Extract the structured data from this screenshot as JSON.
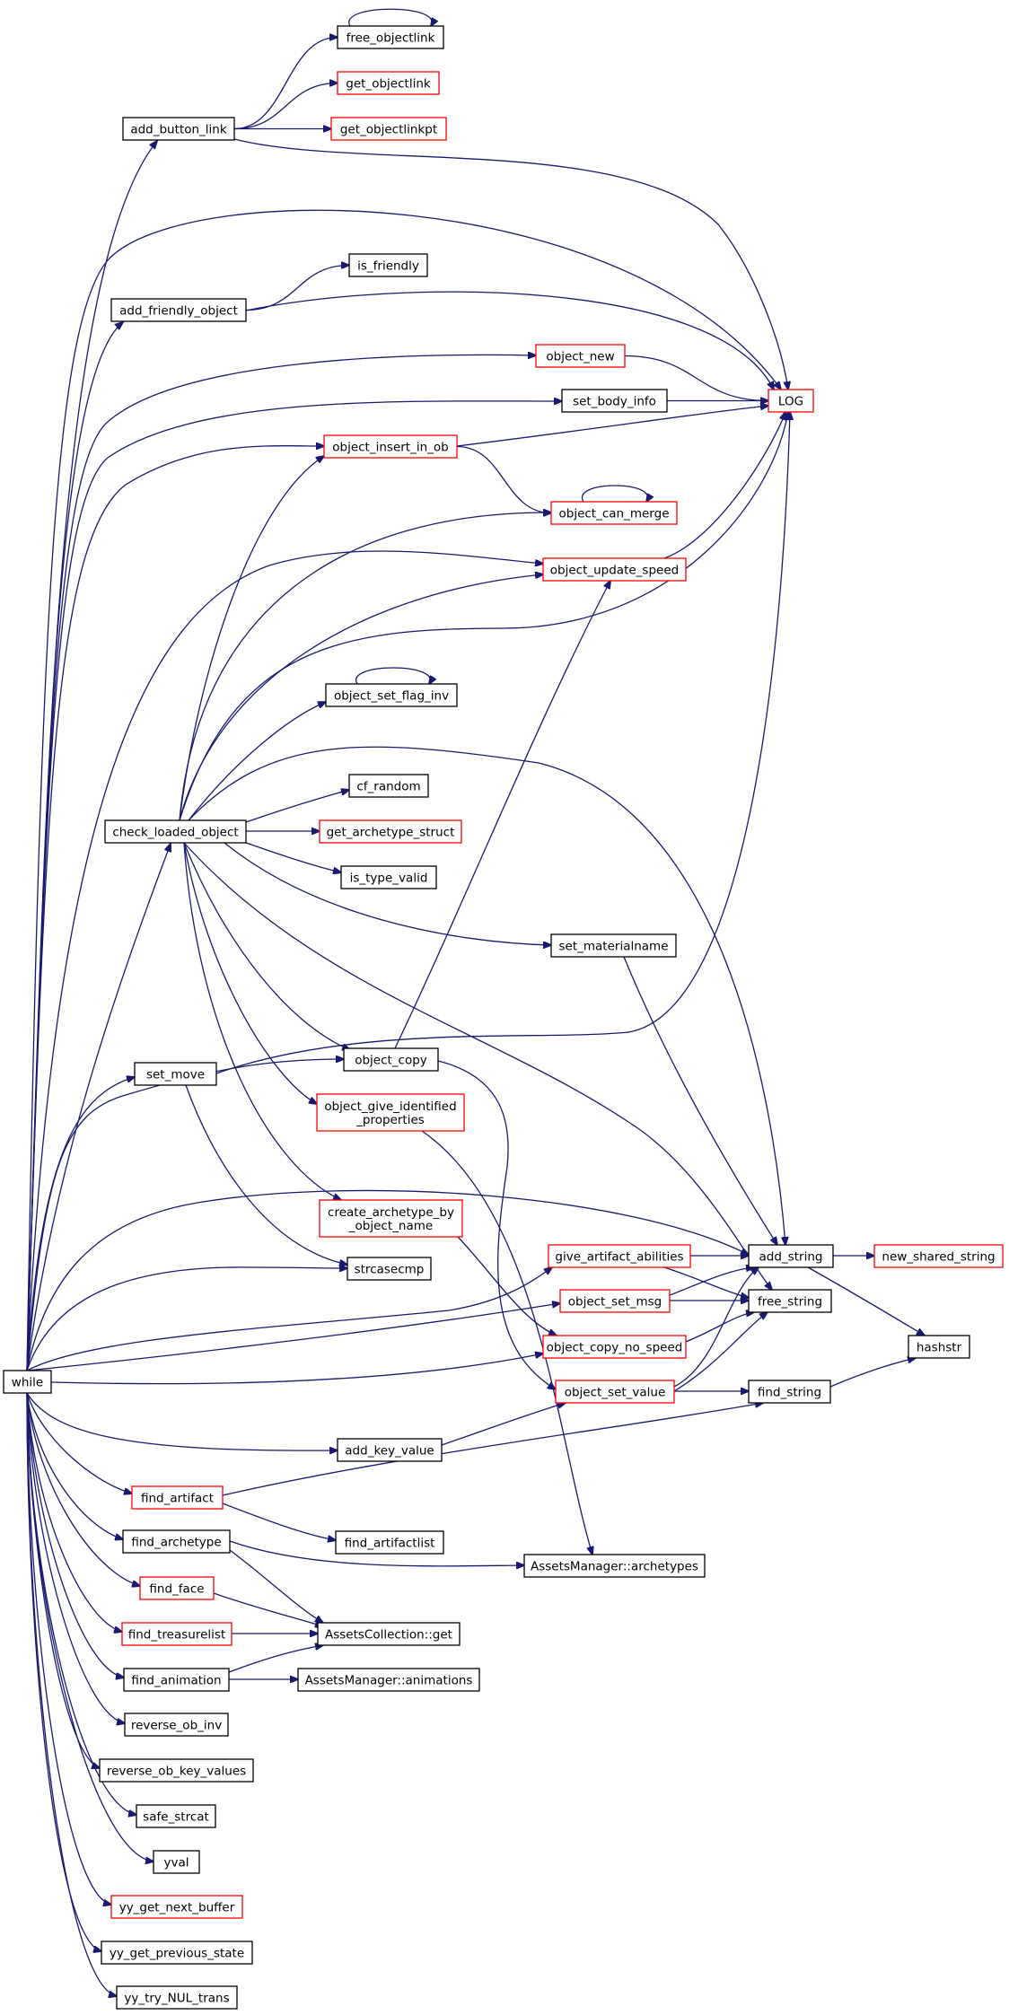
{
  "graph": {
    "colors": {
      "edge": "#191970",
      "documented_border": "#000000",
      "undocumented_border": "#ff0000",
      "root_fill": "#bfbfbf",
      "text": "#000000"
    },
    "nodes": {
      "while": {
        "label": "while",
        "style": "root"
      },
      "add_button_link": {
        "label": "add_button_link",
        "style": "normal"
      },
      "free_objectlink": {
        "label": "free_objectlink",
        "style": "normal"
      },
      "get_objectlink": {
        "label": "get_objectlink",
        "style": "red"
      },
      "get_objectlinkpt": {
        "label": "get_objectlinkpt",
        "style": "red"
      },
      "LOG": {
        "label": "LOG",
        "style": "red"
      },
      "add_friendly_object": {
        "label": "add_friendly_object",
        "style": "normal"
      },
      "is_friendly": {
        "label": "is_friendly",
        "style": "normal"
      },
      "object_new": {
        "label": "object_new",
        "style": "red"
      },
      "set_body_info": {
        "label": "set_body_info",
        "style": "normal"
      },
      "object_insert_in_ob": {
        "label": "object_insert_in_ob",
        "style": "red"
      },
      "object_can_merge": {
        "label": "object_can_merge",
        "style": "red"
      },
      "object_update_speed": {
        "label": "object_update_speed",
        "style": "red"
      },
      "object_set_flag_inv": {
        "label": "object_set_flag_inv",
        "style": "normal"
      },
      "cf_random": {
        "label": "cf_random",
        "style": "normal"
      },
      "check_loaded_object": {
        "label": "check_loaded_object",
        "style": "normal"
      },
      "get_archetype_struct": {
        "label": "get_archetype_struct",
        "style": "red"
      },
      "is_type_valid": {
        "label": "is_type_valid",
        "style": "normal"
      },
      "set_materialname": {
        "label": "set_materialname",
        "style": "normal"
      },
      "set_move": {
        "label": "set_move",
        "style": "normal"
      },
      "object_copy": {
        "label": "object_copy",
        "style": "normal"
      },
      "object_give_identified_properties": {
        "lines": [
          "object_give_identified",
          "_properties"
        ],
        "style": "red"
      },
      "create_archetype_by_object_name": {
        "lines": [
          "create_archetype_by",
          "_object_name"
        ],
        "style": "red"
      },
      "give_artifact_abilities": {
        "label": "give_artifact_abilities",
        "style": "red"
      },
      "add_string": {
        "label": "add_string",
        "style": "normal"
      },
      "new_shared_string": {
        "label": "new_shared_string",
        "style": "red"
      },
      "strcasecmp": {
        "label": "strcasecmp",
        "style": "normal"
      },
      "object_set_msg": {
        "label": "object_set_msg",
        "style": "red"
      },
      "free_string": {
        "label": "free_string",
        "style": "normal"
      },
      "hashstr": {
        "label": "hashstr",
        "style": "normal"
      },
      "object_copy_no_speed": {
        "label": "object_copy_no_speed",
        "style": "red"
      },
      "object_set_value": {
        "label": "object_set_value",
        "style": "red"
      },
      "find_string": {
        "label": "find_string",
        "style": "normal"
      },
      "add_key_value": {
        "label": "add_key_value",
        "style": "normal"
      },
      "find_artifact": {
        "label": "find_artifact",
        "style": "red"
      },
      "find_artifactlist": {
        "label": "find_artifactlist",
        "style": "normal"
      },
      "find_archetype": {
        "label": "find_archetype",
        "style": "normal"
      },
      "assets_archetypes": {
        "label": "AssetsManager::archetypes",
        "style": "normal"
      },
      "find_face": {
        "label": "find_face",
        "style": "red"
      },
      "find_treasurelist": {
        "label": "find_treasurelist",
        "style": "red"
      },
      "assets_collection_get": {
        "label": "AssetsCollection::get",
        "style": "normal"
      },
      "find_animation": {
        "label": "find_animation",
        "style": "normal"
      },
      "assets_animations": {
        "label": "AssetsManager::animations",
        "style": "normal"
      },
      "reverse_ob_inv": {
        "label": "reverse_ob_inv",
        "style": "normal"
      },
      "reverse_ob_key_values": {
        "label": "reverse_ob_key_values",
        "style": "normal"
      },
      "safe_strcat": {
        "label": "safe_strcat",
        "style": "normal"
      },
      "yval": {
        "label": "yval",
        "style": "normal"
      },
      "yy_get_next_buffer": {
        "label": "yy_get_next_buffer",
        "style": "red"
      },
      "yy_get_previous_state": {
        "label": "yy_get_previous_state",
        "style": "normal"
      },
      "yy_try_NUL_trans": {
        "label": "yy_try_NUL_trans",
        "style": "normal"
      }
    },
    "edges": [
      [
        "while",
        "add_button_link"
      ],
      [
        "while",
        "LOG"
      ],
      [
        "while",
        "add_friendly_object"
      ],
      [
        "while",
        "object_new"
      ],
      [
        "while",
        "set_body_info"
      ],
      [
        "while",
        "object_insert_in_ob"
      ],
      [
        "while",
        "object_update_speed"
      ],
      [
        "while",
        "check_loaded_object"
      ],
      [
        "while",
        "set_move"
      ],
      [
        "while",
        "object_copy"
      ],
      [
        "while",
        "add_string"
      ],
      [
        "while",
        "strcasecmp"
      ],
      [
        "while",
        "give_artifact_abilities"
      ],
      [
        "while",
        "object_set_msg"
      ],
      [
        "while",
        "object_copy_no_speed"
      ],
      [
        "while",
        "add_key_value"
      ],
      [
        "while",
        "find_artifact"
      ],
      [
        "while",
        "find_archetype"
      ],
      [
        "while",
        "find_face"
      ],
      [
        "while",
        "find_treasurelist"
      ],
      [
        "while",
        "find_animation"
      ],
      [
        "while",
        "reverse_ob_inv"
      ],
      [
        "while",
        "reverse_ob_key_values"
      ],
      [
        "while",
        "safe_strcat"
      ],
      [
        "while",
        "yval"
      ],
      [
        "while",
        "yy_get_next_buffer"
      ],
      [
        "while",
        "yy_get_previous_state"
      ],
      [
        "while",
        "yy_try_NUL_trans"
      ],
      [
        "add_button_link",
        "free_objectlink"
      ],
      [
        "add_button_link",
        "get_objectlink"
      ],
      [
        "add_button_link",
        "get_objectlinkpt"
      ],
      [
        "add_button_link",
        "LOG"
      ],
      [
        "free_objectlink",
        "free_objectlink"
      ],
      [
        "add_friendly_object",
        "is_friendly"
      ],
      [
        "add_friendly_object",
        "LOG"
      ],
      [
        "object_new",
        "LOG"
      ],
      [
        "set_body_info",
        "LOG"
      ],
      [
        "object_insert_in_ob",
        "LOG"
      ],
      [
        "object_insert_in_ob",
        "object_can_merge"
      ],
      [
        "object_can_merge",
        "object_can_merge"
      ],
      [
        "object_update_speed",
        "LOG"
      ],
      [
        "object_set_flag_inv",
        "object_set_flag_inv"
      ],
      [
        "check_loaded_object",
        "object_insert_in_ob"
      ],
      [
        "check_loaded_object",
        "object_can_merge"
      ],
      [
        "check_loaded_object",
        "object_update_speed"
      ],
      [
        "check_loaded_object",
        "LOG"
      ],
      [
        "check_loaded_object",
        "object_set_flag_inv"
      ],
      [
        "check_loaded_object",
        "add_string"
      ],
      [
        "check_loaded_object",
        "cf_random"
      ],
      [
        "check_loaded_object",
        "get_archetype_struct"
      ],
      [
        "check_loaded_object",
        "is_type_valid"
      ],
      [
        "check_loaded_object",
        "set_materialname"
      ],
      [
        "check_loaded_object",
        "object_copy"
      ],
      [
        "check_loaded_object",
        "object_give_identified_properties"
      ],
      [
        "check_loaded_object",
        "create_archetype_by_object_name"
      ],
      [
        "check_loaded_object",
        "free_string"
      ],
      [
        "set_materialname",
        "add_string"
      ],
      [
        "set_move",
        "LOG"
      ],
      [
        "set_move",
        "strcasecmp"
      ],
      [
        "object_copy",
        "object_update_speed"
      ],
      [
        "object_copy",
        "object_set_value"
      ],
      [
        "object_give_identified_properties",
        "assets_archetypes"
      ],
      [
        "create_archetype_by_object_name",
        "object_copy_no_speed"
      ],
      [
        "give_artifact_abilities",
        "add_string"
      ],
      [
        "give_artifact_abilities",
        "free_string"
      ],
      [
        "add_string",
        "new_shared_string"
      ],
      [
        "add_string",
        "hashstr"
      ],
      [
        "object_set_msg",
        "add_string"
      ],
      [
        "object_set_msg",
        "free_string"
      ],
      [
        "object_copy_no_speed",
        "free_string"
      ],
      [
        "object_set_value",
        "add_string"
      ],
      [
        "object_set_value",
        "free_string"
      ],
      [
        "object_set_value",
        "find_string"
      ],
      [
        "find_string",
        "hashstr"
      ],
      [
        "add_key_value",
        "object_set_value"
      ],
      [
        "find_artifact",
        "find_artifactlist"
      ],
      [
        "find_artifact",
        "find_string"
      ],
      [
        "find_archetype",
        "assets_collection_get"
      ],
      [
        "find_archetype",
        "assets_archetypes"
      ],
      [
        "find_face",
        "assets_collection_get"
      ],
      [
        "find_treasurelist",
        "assets_collection_get"
      ],
      [
        "find_animation",
        "assets_collection_get"
      ],
      [
        "find_animation",
        "assets_animations"
      ]
    ]
  }
}
